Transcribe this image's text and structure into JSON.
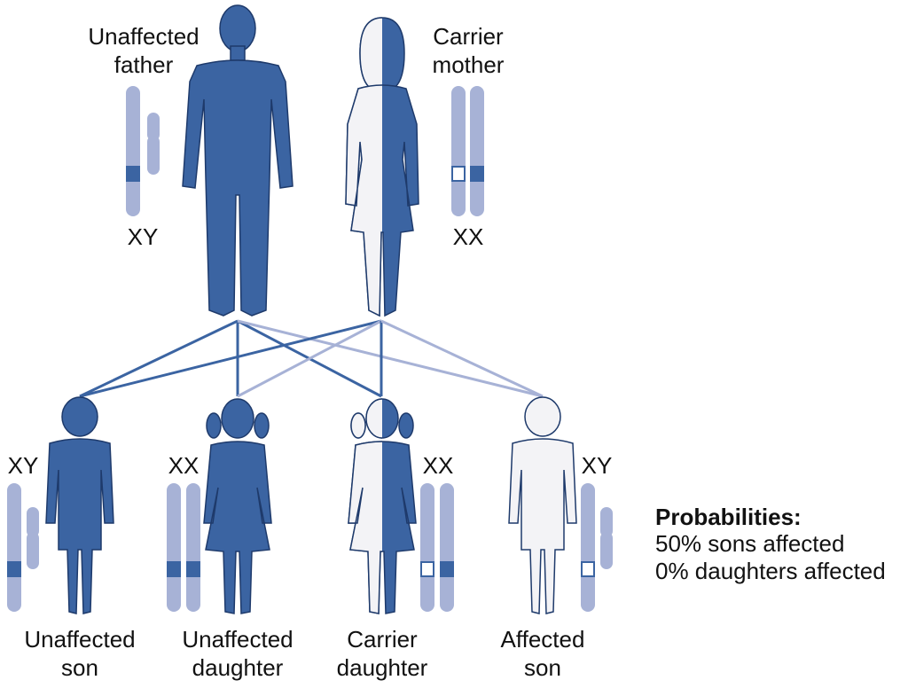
{
  "colors": {
    "affected_fill": "#3b64a2",
    "figure_outline": "#1e3a6b",
    "unaffected_fill": "#f3f3f6",
    "chromosome": "#a7b2d6",
    "allele_affected": "#3b64a2",
    "allele_unaffected": "#ffffff",
    "line_strong": "#3b64a2",
    "line_light": "#a7b2d6"
  },
  "parents": {
    "father": {
      "label_line1": "Unaffected",
      "label_line2": "father",
      "chromosomes": "XY"
    },
    "mother": {
      "label_line1": "Carrier",
      "label_line2": "mother",
      "chromosomes": "XX"
    }
  },
  "children": [
    {
      "label_line1": "Unaffected",
      "label_line2": "son",
      "chromosomes": "XY",
      "icon": "boy-silhouette-icon",
      "status": "unaffected"
    },
    {
      "label_line1": "Unaffected",
      "label_line2": "daughter",
      "chromosomes": "XX",
      "icon": "girl-silhouette-icon",
      "status": "unaffected"
    },
    {
      "label_line1": "Carrier",
      "label_line2": "daughter",
      "chromosomes": "XX",
      "icon": "girl-silhouette-icon",
      "status": "carrier"
    },
    {
      "label_line1": "Affected",
      "label_line2": "son",
      "chromosomes": "XY",
      "icon": "boy-silhouette-icon",
      "status": "affected"
    }
  ],
  "probabilities": {
    "title": "Probabilities:",
    "line1": "50% sons affected",
    "line2": "0% daughters affected"
  }
}
